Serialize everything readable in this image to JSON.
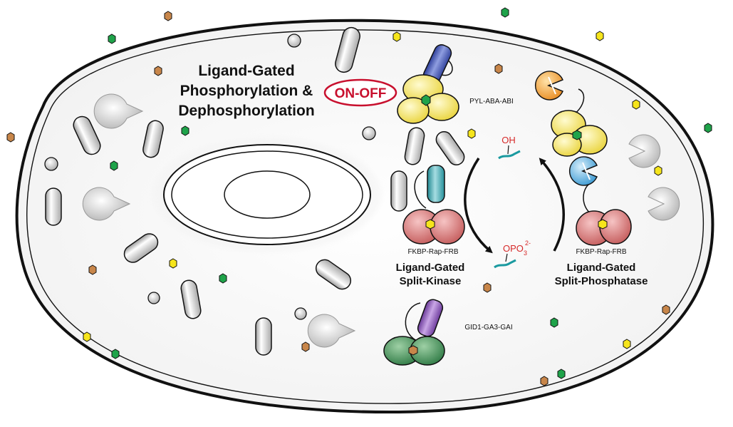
{
  "title": {
    "line1": "Ligand-Gated",
    "line2": "Phosphorylation &",
    "line3": "Dephosphorylation"
  },
  "badge": "ON-OFF",
  "systems": {
    "pyl": "PYL-ABA-ABI",
    "fkbp_kinase": "FKBP-Rap-FRB",
    "fkbp_phosphatase": "FKBP-Rap-FRB",
    "gid": "GID1-GA3-GAI"
  },
  "kinase_label": {
    "line1": "Ligand-Gated",
    "line2": "Split-Kinase"
  },
  "phosphatase_label": {
    "line1": "Ligand-Gated",
    "line2": "Split-Phosphatase"
  },
  "chem": {
    "hydroxyl": "OH",
    "phosphate": "OPO",
    "phosphate_sub": "3",
    "phosphate_charge": "2-"
  },
  "colors": {
    "ligand_green": "#1fa34a",
    "ligand_yellow": "#f6e51c",
    "ligand_orange": "#c8864a",
    "badge_red": "#c8102e",
    "substrate_teal": "#1a9aa0",
    "blue_domain": "#4f5fb3",
    "teal_domain": "#3fa9b2",
    "purple_domain": "#8d55b5",
    "yellow_domain": "#f3e15a",
    "red_domain": "#cf6d6d",
    "green_domain": "#3f8a55",
    "orange_domain": "#f2a13c",
    "light_blue_domain": "#56aee0"
  }
}
